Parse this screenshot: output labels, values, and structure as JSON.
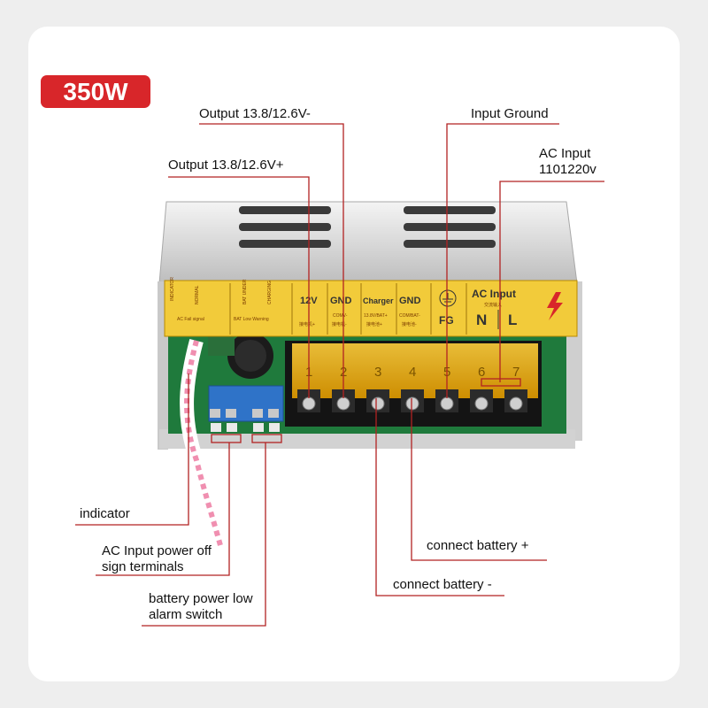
{
  "badge": "350W",
  "callouts": {
    "output_minus": "Output 13.8/12.6V-",
    "output_plus": "Output 13.8/12.6V+",
    "input_ground": "Input Ground",
    "ac_input_line1": "AC Input",
    "ac_input_line2": "1101220v",
    "indicator": "indicator",
    "ac_off_line1": "AC Input power off",
    "ac_off_line2": "sign terminals",
    "batt_low_line1": "battery power low",
    "batt_low_line2": "alarm switch",
    "connect_plus": "connect battery +",
    "connect_minus": "connect battery -"
  },
  "panel": {
    "col_12v": "12V",
    "col_gnd1": "GND",
    "col_charger": "Charger",
    "col_gnd2": "GND",
    "col_fg": "FG",
    "ac_title": "AC Input",
    "ac_sub": "交流输入",
    "n": "N",
    "l": "L",
    "sub_12v": "接电机+",
    "sub_gnd1": "COMV-",
    "sub_gnd1b": "接电机-",
    "sub_charger": "13.8V/BAT+",
    "sub_charger_b": "接电池+",
    "sub_gnd2": "COM/BAT-",
    "sub_gnd2_b": "接电池-",
    "ac_fail": "AC Fail signal",
    "bat_low": "BAT Low Warning",
    "indicator_small": "INDICATOR",
    "normal_small": "NORMAL",
    "bat_under_small": "BAT UNDER",
    "charging_small": "CHARGING"
  },
  "terminals": [
    "1",
    "2",
    "3",
    "4",
    "5",
    "6",
    "7"
  ],
  "colors": {
    "accent": "#d8262a",
    "leader": "#b22222",
    "panel": "#f2cb3a",
    "terminal_cover": "#e8a800",
    "board": "#1f7a3c"
  }
}
